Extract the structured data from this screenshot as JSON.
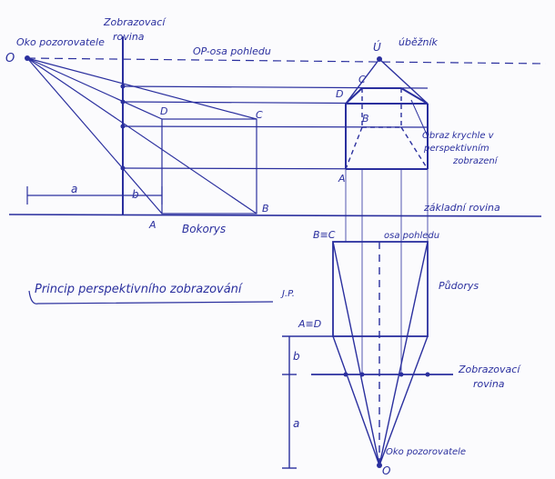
{
  "labels": {
    "observer_left": "Oko pozorovatele",
    "picture_plane_top_1": "Zobrazovací",
    "picture_plane_top_2": "rovina",
    "point_O_left": "O",
    "axis_sight": "OP-osa pohledu",
    "vanishing": "úběžník",
    "point_U": "Ú",
    "side_view": "Bokorys",
    "ground_plane": "základní rovina",
    "perspective_1": "Obraz krychle v",
    "perspective_2": "perspektivním",
    "perspective_3": "zobrazení",
    "title": "Princip perspektivního zobrazování",
    "initials": "J.P.",
    "plan": "Půdorys",
    "axis_bottom": "osa pohledu",
    "picture_plane_bottom_1": "Zobrazovací",
    "picture_plane_bottom_2": "rovina",
    "observer_bottom": "Oko pozorovatele",
    "point_O_bottom": "O",
    "dim_a_left": "a",
    "dim_b_left": "b",
    "dim_b_bottom": "b",
    "dim_a_bottom": "a",
    "A_side": "A",
    "B_side": "B",
    "C_side": "C",
    "D_side": "D",
    "A_persp": "A",
    "B_persp": "B",
    "C_persp": "C",
    "D_persp": "D",
    "BC_plan": "B≡C",
    "AD_plan": "A≡D"
  },
  "colors": {
    "ink": "#2a2f9e"
  }
}
